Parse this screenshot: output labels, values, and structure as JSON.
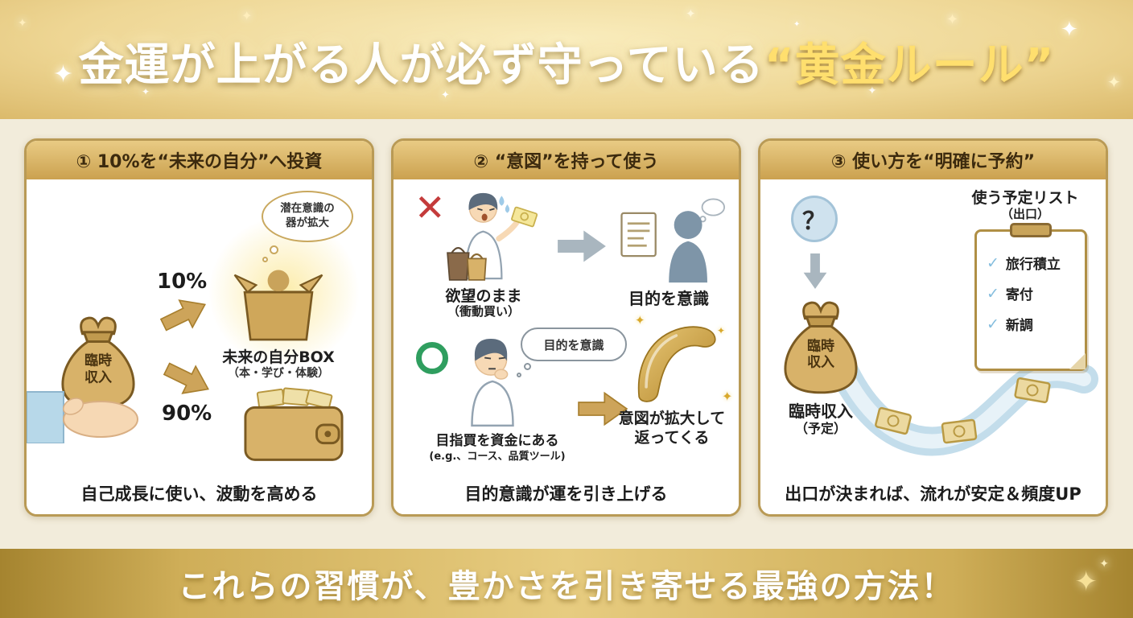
{
  "header": {
    "title_main": "金運が上がる人が必ず守っている",
    "title_accent": "“黄金ルール”"
  },
  "panels": [
    {
      "title": "① 10%を“未来の自分”へ投資",
      "bag_label": "臨時収入",
      "pct_invest": "10%",
      "pct_keep": "90%",
      "bubble": "潜在意識の器が拡大",
      "box_label": "未来の自分BOX",
      "box_sub": "（本・学び・体験）",
      "caption": "自己成長に使い、波動を高める"
    },
    {
      "title": "② “意図”を持って使う",
      "bad_label": "欲望のまま",
      "bad_sub": "（衝動買い）",
      "bad_result": "目的を意識",
      "good_bubble": "目的を意識",
      "good_label": "目指買を資金にある",
      "good_sub": "(e.g.、コース、品質ツール)",
      "good_result": "意図が拡大して返ってくる",
      "caption": "目的意識が運を引き上げる"
    },
    {
      "title": "③ 使い方を“明確に予約”",
      "bag_label": "臨時収入",
      "bag_caption": "臨時収入",
      "bag_caption_sub": "（予定）",
      "list_title": "使う予定リスト",
      "list_sub": "（出口）",
      "list_items": [
        "旅行積立",
        "寄付",
        "新調"
      ],
      "caption": "出口が決まれば、流れが安定＆頻度UP"
    }
  ],
  "footer": {
    "text": "これらの習慣が、豊かさを引き寄せる最強の方法！"
  },
  "icons": {
    "sparkle": "✦",
    "cross": "✕",
    "question": "？",
    "check": "✓"
  },
  "colors": {
    "gold_dark": "#a8812f",
    "gold": "#cfa953",
    "gold_light": "#f3e2ae",
    "panel_border": "#b99a55",
    "panel_head_text": "#3c2a0e",
    "title_accent": "#ffdf6e",
    "cross_red": "#c43b3b",
    "circle_green": "#2f9e5f",
    "river_blue": "#c3ddeb",
    "check_blue": "#85bede"
  }
}
